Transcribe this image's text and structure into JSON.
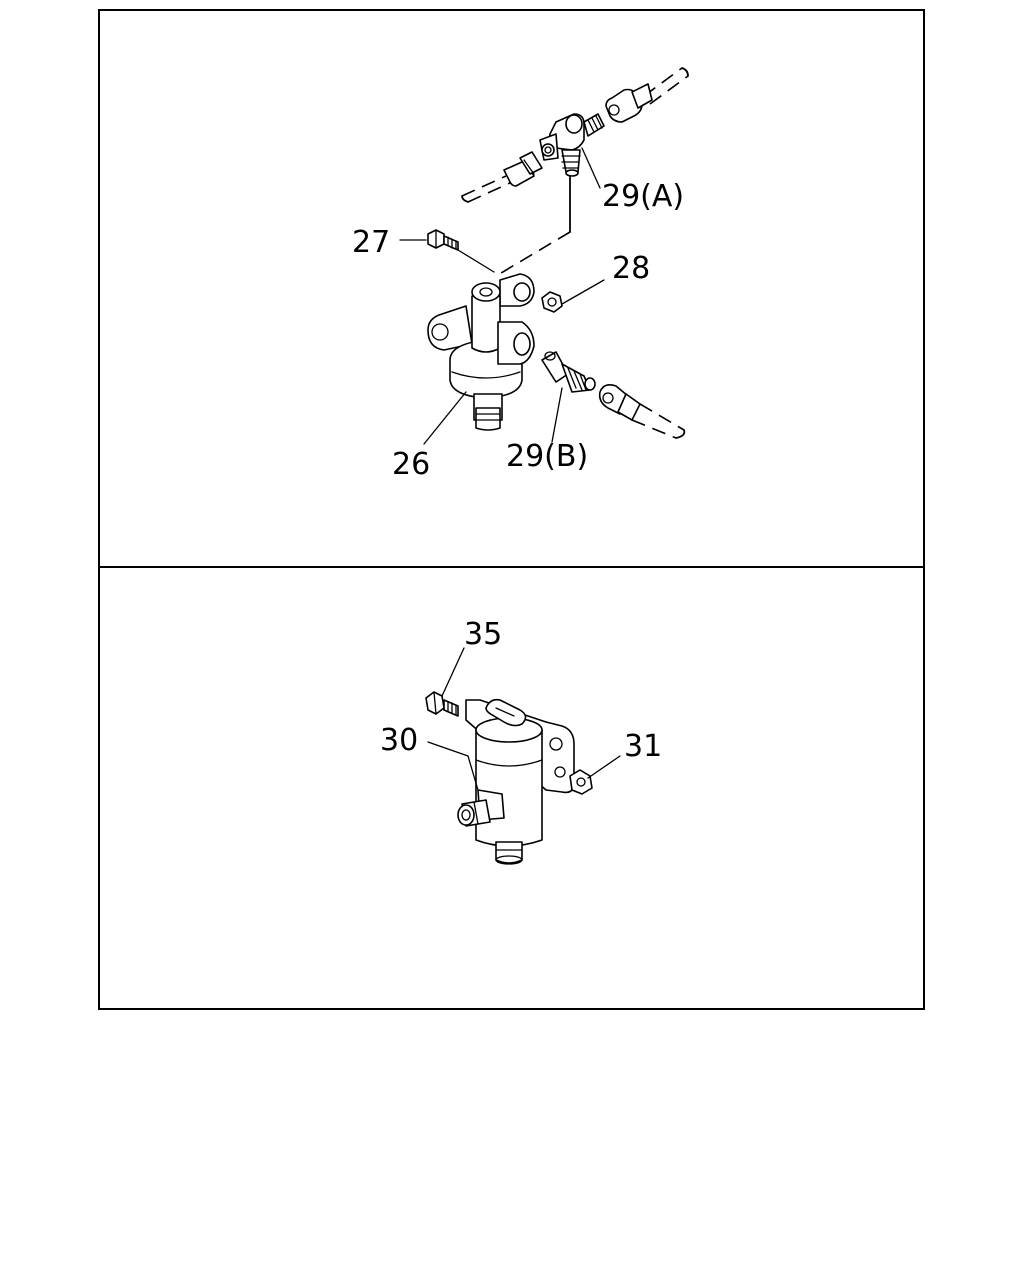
{
  "panels": [
    {
      "labels": {
        "p26": "26",
        "p27": "27",
        "p28": "28",
        "p29a": "29(A)",
        "p29b": "29(B)"
      }
    },
    {
      "labels": {
        "p30": "30",
        "p31": "31",
        "p35": "35"
      }
    }
  ]
}
